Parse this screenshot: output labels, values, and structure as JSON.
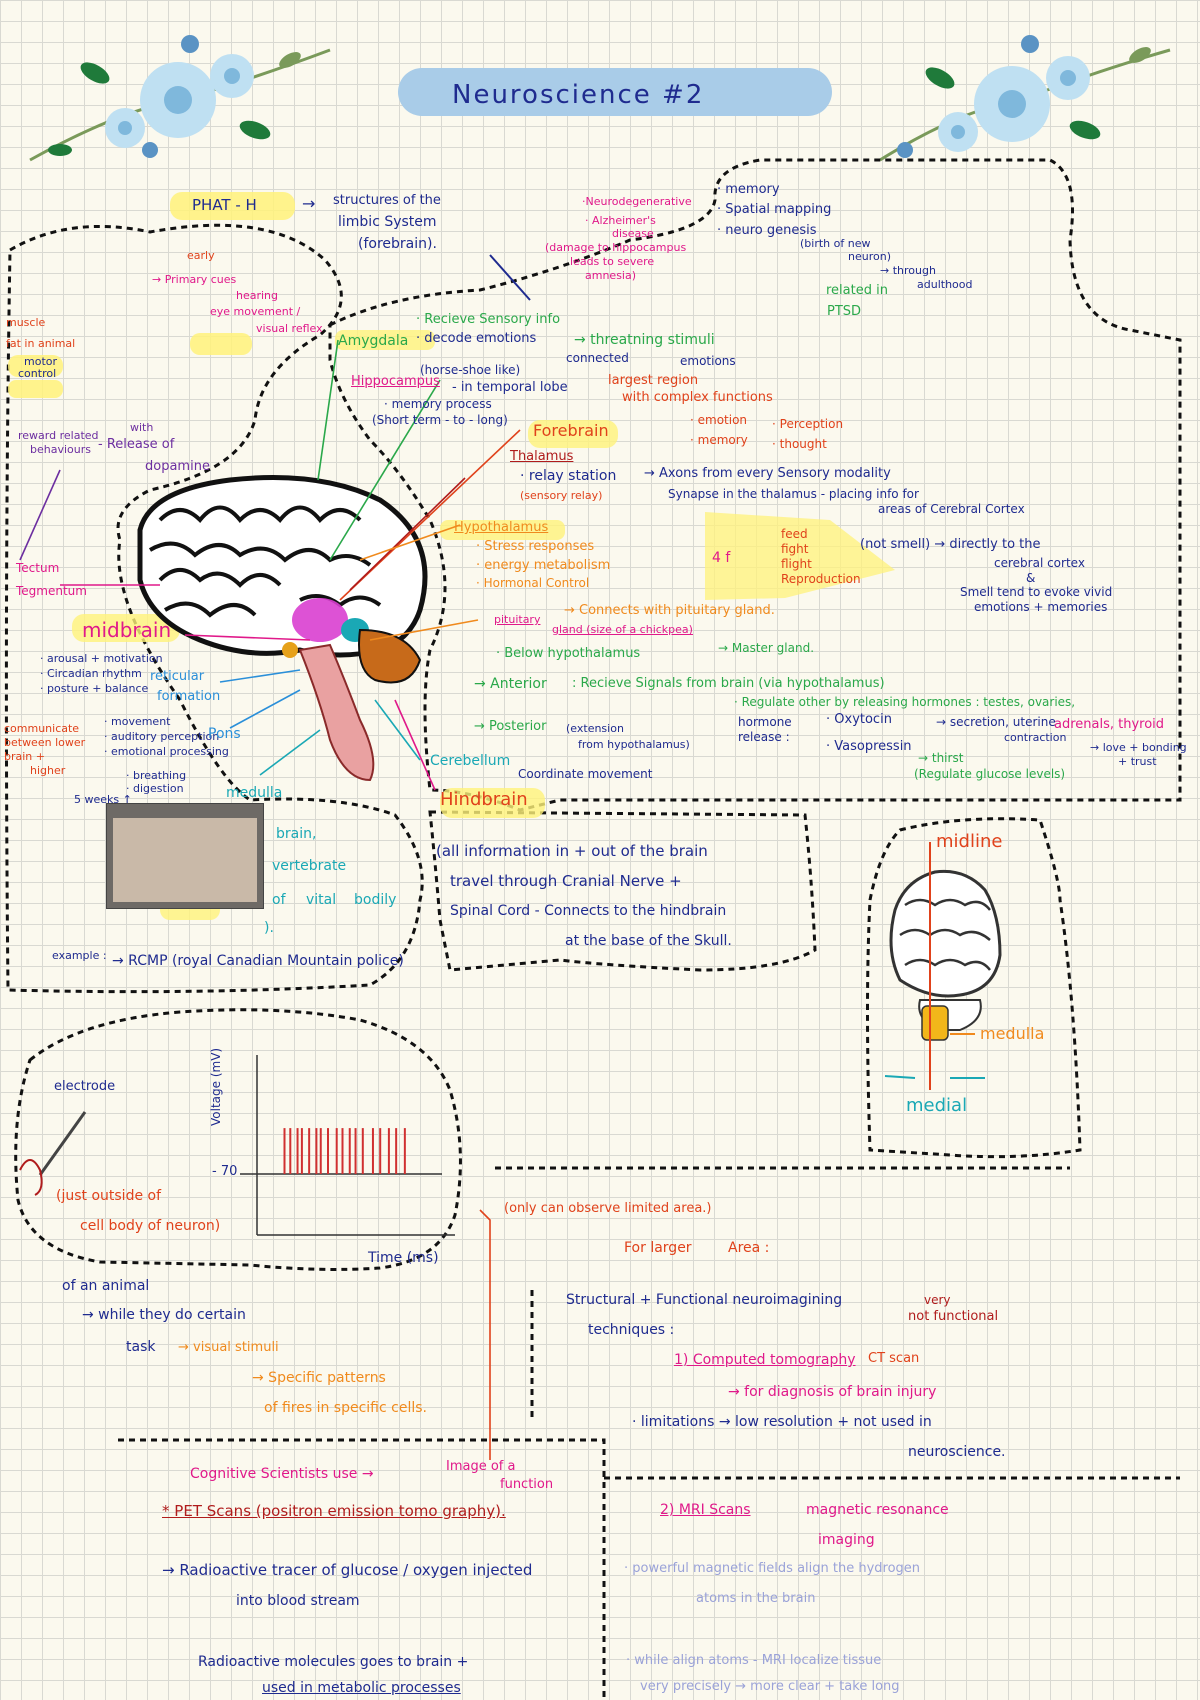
{
  "title": "Neuroscience #2",
  "header": {
    "phat": "PHAT - H",
    "arrow": "→",
    "structures": "structures of the",
    "limbic": "limbic System",
    "forebrain_paren": "(forebrain)."
  },
  "hippo_box": {
    "neurodegen": "·Neurodegenerative",
    "alz": "· Alzheimer's",
    "disease": "disease",
    "damage1": "(damage to hippocampus",
    "damage2": "leads to severe",
    "damage3": "amnesia)",
    "memory": "· memory",
    "spatial": "· Spatial mapping",
    "neurogenesis": "· neuro genesis",
    "birth1": "(birth of new",
    "birth2": "neuron)",
    "through": "→ through",
    "adulthood": "adulthood",
    "related": "related in",
    "ptsd": "PTSD"
  },
  "left": {
    "early": "early",
    "primary": "→ Primary cues",
    "hearing": "hearing",
    "eye": "eye movement /",
    "visual": "visual reflex",
    "muscle": "muscle",
    "fat": "fat in animal",
    "motor": "motor",
    "control": "control",
    "reward1": "reward related",
    "reward2": "behaviours",
    "with": "with",
    "release": "- Release of",
    "dopamine": "dopamine",
    "tectum": "Tectum",
    "tegmentum": "Tegmentum",
    "midbrain": "midbrain",
    "arousal": "· arousal + motivation",
    "circadian": "· Circadian rhythm",
    "posture": "· posture + balance",
    "reticular": "reticular",
    "formation": "formation",
    "comm1": "communicate",
    "comm2": "between lower",
    "comm3": "brain +",
    "comm4": "higher",
    "movement": "· movement",
    "auditory": "· auditory perception",
    "emotional": "· emotional processing",
    "pons": "Pons",
    "breathing": "· breathing",
    "digestion": "· digestion",
    "medulla": "medulla",
    "weeks": "5 weeks ↑",
    "brain": "brain,",
    "vertebrate": "vertebrate",
    "vital1": "of",
    "vital2": "vital",
    "vital3": "bodily",
    "close": ").",
    "example": "example :",
    "rcmp": "→ RCMP (royal Canadian Mountain police)"
  },
  "center": {
    "amygdala": "Amygdala",
    "recieve": "· Recieve Sensory info",
    "decode": "· decode emotions",
    "threat": "→ threatning stimuli",
    "connected": "connected",
    "emotions": "emotions",
    "hippocampus": "Hippocampus",
    "horse": "(horse-shoe like)",
    "temporal": "- in temporal lobe",
    "memproc": "· memory process",
    "shortlong": "(Short term - to - long)",
    "largest": "largest region",
    "complex": "with complex functions",
    "forebrain": "Forebrain",
    "emotion": "· emotion",
    "perception": "· Perception",
    "memory": "· memory",
    "thought": "· thought",
    "thalamus": "Thalamus",
    "relay": "· relay station",
    "axons": "→ Axons from every Sensory modality",
    "synapse": "Synapse in the thalamus - placing info for",
    "areas": "areas of Cerebral Cortex",
    "sensory": "(sensory relay)",
    "hypo": "Hypothalamus",
    "stress": "· Stress responses",
    "energy": "· energy metabolism",
    "hormonal": "· Hormonal Control",
    "fourf": "4 f",
    "feed": "feed",
    "fight": "fight",
    "flight": "flight",
    "repro": "Reproduction",
    "notsmell": "(not smell) → directly to the",
    "cerebral": "cerebral cortex",
    "amp": "&",
    "smell": "Smell tend to evoke vivid",
    "emomem": "emotions + memories",
    "pituitary": "pituitary",
    "gland": "gland (size of a chickpea)",
    "connects": "→ Connects with pituitary gland.",
    "below": "· Below hypothalamus",
    "master": "→ Master gland.",
    "anterior": "→ Anterior",
    "recsig": ": Recieve Signals from brain (via hypothalamus)",
    "regulate": "· Regulate other by releasing hormones : testes, ovaries,",
    "posterior": "→ Posterior",
    "ext1": "(extension",
    "ext2": "from hypothalamus)",
    "hormone": "hormone",
    "releaseh": "release :",
    "oxytocin": "· Oxytocin",
    "secretion": "→ secretion, uterine",
    "contraction": "contraction",
    "adrenals": "adrenals, thyroid",
    "love": "→ love + bonding",
    "trust": "+ trust",
    "vaso": "· Vasopressin",
    "thirst": "→ thirst",
    "glucose": "(Regulate glucose levels)",
    "cerebellum": "Cerebellum",
    "coord": "Coordinate movement",
    "hindbrain": "Hindbrain",
    "all1": "(all information in + out of the brain",
    "all2": "travel through Cranial Nerve +",
    "all3": "Spinal Cord - Connects to the hindbrain",
    "all4": "at the base of the Skull."
  },
  "right": {
    "midline": "midline",
    "medulla": "medulla",
    "medial": "medial"
  },
  "lower": {
    "electrode": "electrode",
    "voltage": "Voltage (mV)",
    "minus70": "- 70",
    "time": "Time (ms)",
    "outside1": "(just outside of",
    "outside2": "cell body of neuron)",
    "animal": "of an animal",
    "while": "→ while they do certain",
    "task": "task",
    "visual": "→ visual stimuli",
    "specific": "→ Specific patterns",
    "fires": "of fires in specific cells.",
    "only": "(only can observe limited area.)",
    "larger": "For larger",
    "area": "Area :",
    "struct": "Structural + Functional neuroimagining",
    "tech": "techniques :",
    "very": "very",
    "notfunc": "not functional",
    "ct": "1) Computed tomography",
    "ctscan": "CT scan",
    "diag": "→ for diagnosis of brain injury",
    "limit": "· limitations → low resolution + not used in",
    "neuro": "neuroscience.",
    "cog": "Cognitive Scientists use →",
    "image1": "Image of a",
    "image2": "function",
    "pet": "* PET Scans (positron emission tomo graphy).",
    "radio": "→ Radioactive tracer of glucose / oxygen injected",
    "into": "into blood stream",
    "radmol": "Radioactive molecules goes to brain +",
    "used": "used in metabolic processes",
    "mri": "2) MRI Scans",
    "magnetic": "magnetic resonance",
    "imaging": "imaging",
    "powerful": "· powerful magnetic fields align the hydrogen",
    "atoms": "atoms in the brain",
    "whilealign": "· while align atoms - MRI localize tissue",
    "very2": "very precisely → more clear + take long"
  },
  "chart_data": {
    "type": "bar",
    "ylabel": "Voltage (mV)",
    "xlabel": "Time (ms)",
    "tick": "- 70",
    "spikes": [
      0.1,
      0.14,
      0.19,
      0.22,
      0.27,
      0.32,
      0.35,
      0.4,
      0.46,
      0.5,
      0.55,
      0.59,
      0.64,
      0.71,
      0.76,
      0.82,
      0.87,
      0.93
    ],
    "spike_height": 0.85
  },
  "colors": {
    "navy": "#1f2b8f",
    "red": "#e0421b",
    "pink": "#e0198a",
    "green": "#2aa84a",
    "blue": "#2a8fd9",
    "orange": "#f08a1d",
    "teal": "#1aa8b5"
  }
}
